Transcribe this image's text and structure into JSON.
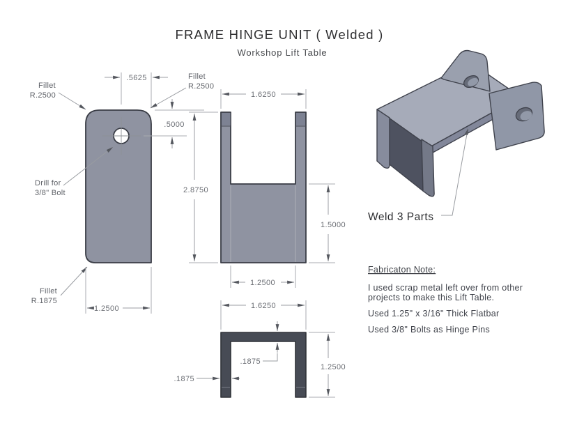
{
  "title": {
    "main": "FRAME HINGE UNIT ( Welded )",
    "subtitle": "Workshop Lift Table"
  },
  "side_view": {
    "fillet_top_left": {
      "l1": "Fillet",
      "l2": "R.2500"
    },
    "fillet_top_right": {
      "l1": "Fillet",
      "l2": "R.2500"
    },
    "fillet_bottom_left": {
      "l1": "Fillet",
      "l2": "R.1875"
    },
    "drill_note": {
      "l1": "Drill for",
      "l2": "3/8\" Bolt"
    },
    "dim_hole_offset": ".5625",
    "dim_hole_from_top": ".5000",
    "dim_width": "1.2500"
  },
  "front_view": {
    "dim_outer_width": "1.6250",
    "dim_height": "2.8750",
    "dim_web_height": "1.5000",
    "dim_inner_width": "1.2500"
  },
  "bottom_view": {
    "dim_outer_width": "1.6250",
    "dim_web_thickness": ".1875",
    "dim_leg_thickness": ".1875",
    "dim_depth": "1.2500"
  },
  "iso_view": {
    "callout": "Weld 3 Parts"
  },
  "note": {
    "heading": "Fabricaton Note:",
    "body1": "I used scrap metal left over from other",
    "body2": "projects to make this Lift Table.",
    "body3": "Used 1.25\" x 3/16\" Thick Flatbar",
    "body4": "Used 3/8\" Bolts as Hinge Pins"
  },
  "colors": {
    "plate": "#8f93a1",
    "plate_dark": "#474b55",
    "outline": "#3a3d46",
    "dim_line": "#a8abb0",
    "dim_text": "#6b6e74",
    "label_text": "#5f6268",
    "title_text": "#2f2f31",
    "note_text": "#3f424a"
  }
}
